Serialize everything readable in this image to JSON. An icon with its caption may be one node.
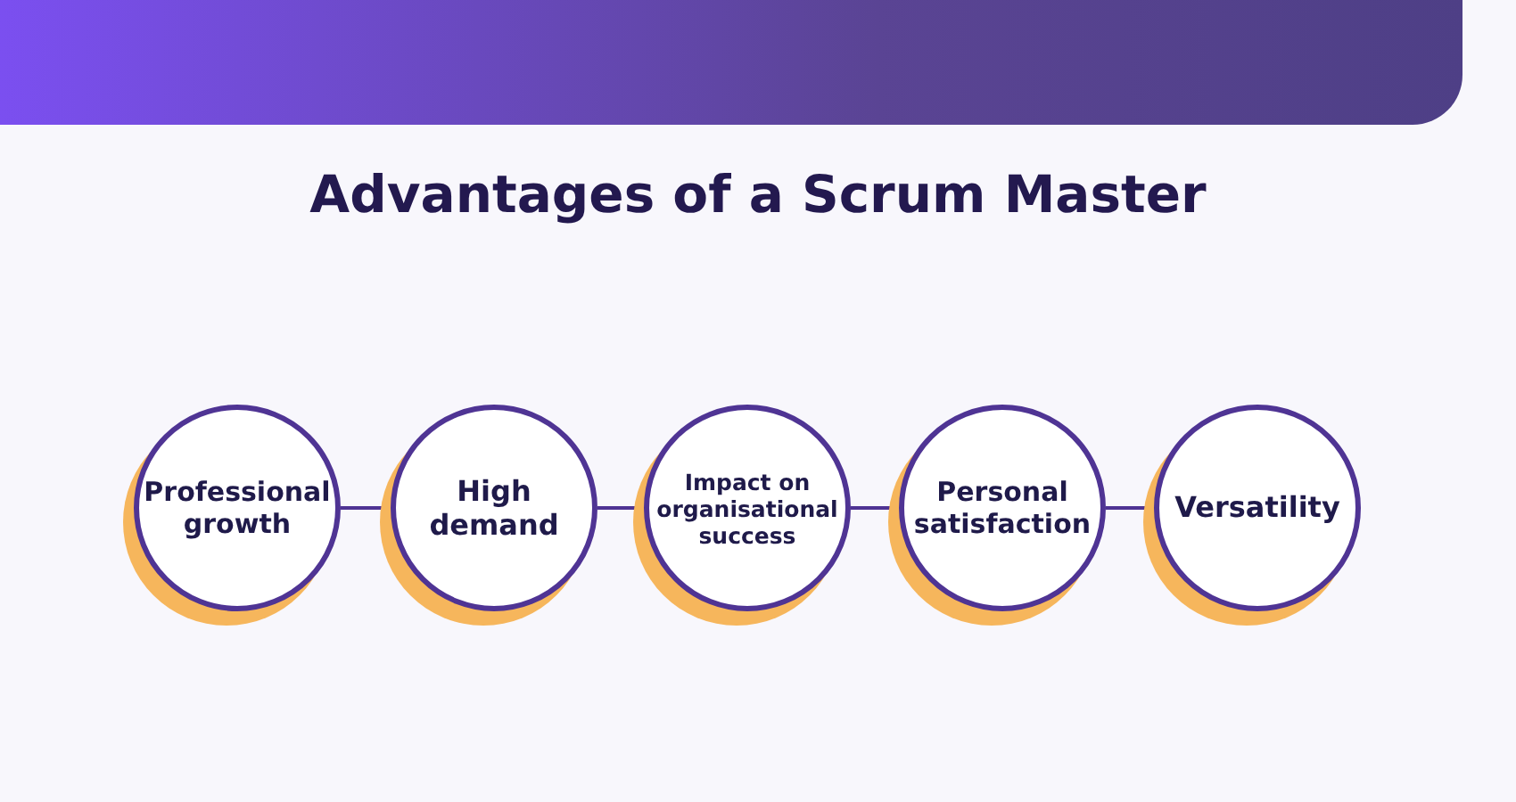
{
  "diagram": {
    "title": "Advantages of a Scrum Master",
    "nodes": [
      {
        "text": [
          "Professional growth"
        ]
      },
      {
        "text": [
          "High demand"
        ]
      },
      {
        "text": [
          "Impact on organisational success"
        ]
      },
      {
        "text": [
          "Personal satisfaction"
        ]
      },
      {
        "text": [
          "Versatility"
        ]
      }
    ],
    "edges": [
      {
        "from": 0,
        "to": 1,
        "arrow": "none"
      },
      {
        "from": 1,
        "to": 2,
        "arrow": "none"
      },
      {
        "from": 2,
        "to": 3,
        "arrow": "none"
      },
      {
        "from": 3,
        "to": 4,
        "arrow": "none"
      }
    ]
  }
}
